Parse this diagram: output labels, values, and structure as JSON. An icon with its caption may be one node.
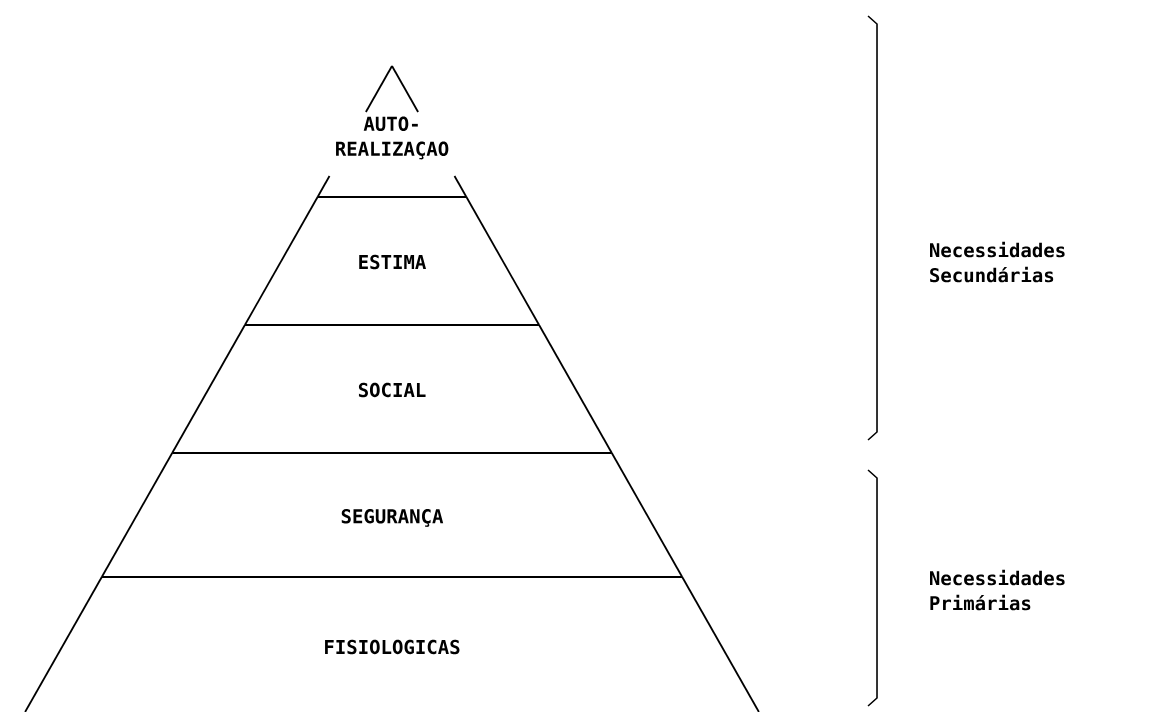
{
  "diagram": {
    "nodes": [
      {
        "text": [
          "AUTO- REALIZAÇAO"
        ]
      },
      {
        "text": [
          "ESTIMA"
        ]
      },
      {
        "text": [
          "SOCIAL"
        ]
      },
      {
        "text": [
          "SEGURANÇA"
        ]
      },
      {
        "text": [
          "FISIOLOGICAS"
        ]
      }
    ],
    "labels": [
      "Necessidades Secundárias",
      "Necessidades Primárias"
    ]
  }
}
